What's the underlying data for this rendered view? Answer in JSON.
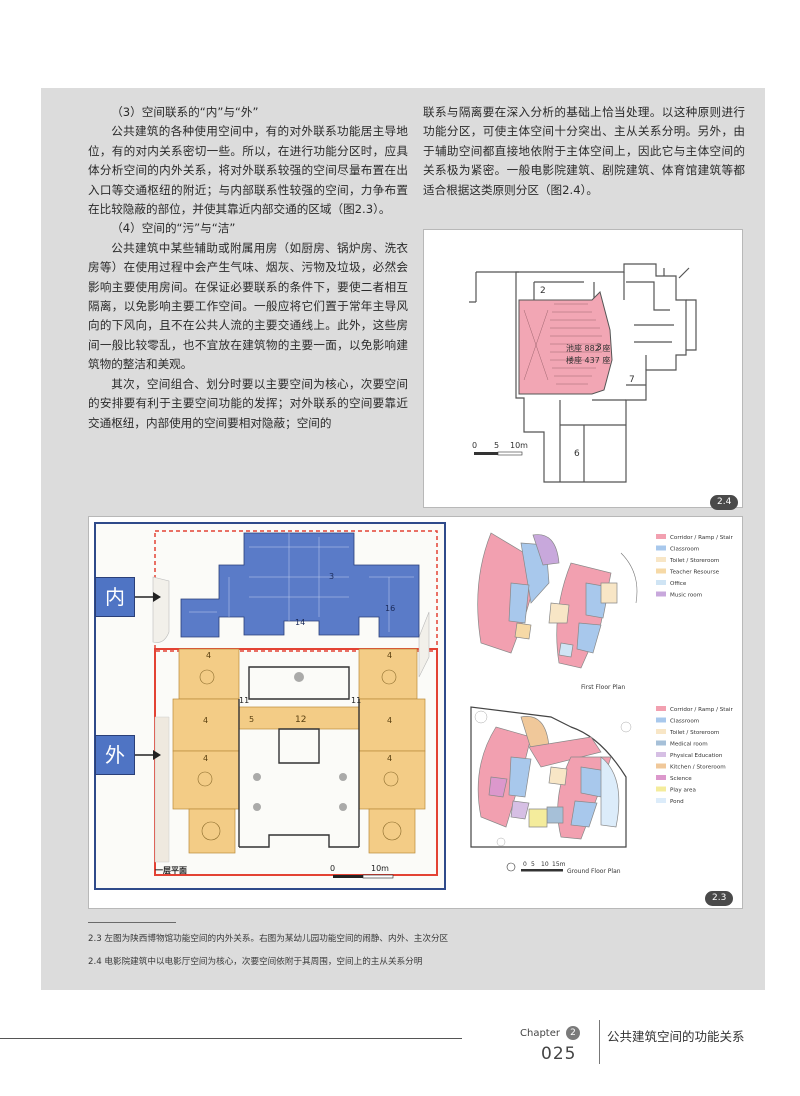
{
  "left_column": {
    "p1": "（3）空间联系的“内”与“外”",
    "p2": "公共建筑的各种使用空间中，有的对外联系功能居主导地位，有的对内关系密切一些。所以，在进行功能分区时，应具体分析空间的内外关系，将对外联系较强的空间尽量布置在出入口等交通枢纽的附近；与内部联系性较强的空间，力争布置在比较隐蔽的部位，并使其靠近内部交通的区域（图2.3）。",
    "p3": "（4）空间的“污”与“洁”",
    "p4": "公共建筑中某些辅助或附属用房（如厨房、锅炉房、洗衣房等）在使用过程中会产生气味、烟灰、污物及垃圾，必然会影响主要使用房间。在保证必要联系的条件下，要使二者相互隔离，以免影响主要工作空间。一般应将它们置于常年主导风向的下风向，且不在公共人流的主要交通线上。此外，这些房间一般比较零乱，也不宜放在建筑物的主要一面，以免影响建筑物的整洁和美观。",
    "p5": "其次，空间组合、划分时要以主要空间为核心，次要空间的安排要有利于主要空间功能的发挥；对外联系的空间要靠近交通枢纽，内部使用的空间要相对隐蔽；空间的"
  },
  "right_column": {
    "p1": "联系与隔离要在深入分析的基础上恰当处理。以这种原则进行功能分区，可使主体空间十分突出、主从关系分明。另外，由于辅助空间都直接地依附于主体空间上，因此它与主体空间的关系极为紧密。一般电影院建筑、剧院建筑、体育馆建筑等都适合根据这类原则分区（图2.4）。"
  },
  "figure_2_4": {
    "badge": "2.4",
    "seat_text_1": "池座 882 座",
    "seat_text_2": "楼座 437 座",
    "room_labels": [
      "2",
      "3",
      "6",
      "7"
    ],
    "scale_labels": [
      "0",
      "5",
      "10m"
    ],
    "colors": {
      "hall": "#f2a6b4",
      "line": "#555555"
    }
  },
  "figure_2_3": {
    "badge": "2.3",
    "inner_label": "内",
    "outer_label": "外",
    "plan_caption": "一层平面",
    "plan_scale": [
      "0",
      "10m"
    ],
    "plan_room_numbers": [
      "4",
      "4",
      "4",
      "4",
      "4",
      "4",
      "11",
      "11",
      "12",
      "5",
      "3",
      "14",
      "16"
    ],
    "first_floor": {
      "legend": [
        "Corridor / Ramp / Stair",
        "Classroom",
        "Toilet / Storeroom",
        "Teacher Resourse",
        "Office",
        "Music room"
      ],
      "legend_colors": [
        "#f2a0b0",
        "#a8c8ec",
        "#f8e6c6",
        "#f6d9a6",
        "#cfe4f4",
        "#c8a8dc"
      ],
      "title": "First Floor Plan"
    },
    "ground_floor": {
      "legend": [
        "Corridor / Ramp / Stair",
        "Classroom",
        "Toilet / Storeroom",
        "Medical room",
        "Physical Education",
        "Kitchen / Storeroom",
        "Science",
        "Play area",
        "Pond"
      ],
      "legend_colors": [
        "#f2a0b0",
        "#a8c8ec",
        "#f8e6c6",
        "#a6c0d8",
        "#d6bfe4",
        "#f0c89a",
        "#dc98cc",
        "#f4ec9c",
        "#dcecfa"
      ],
      "title": "Ground Floor Plan",
      "scale": [
        "0",
        "5",
        "10",
        "15m"
      ]
    },
    "colors": {
      "inner": "#4f74c4",
      "outer": "#f3cc86",
      "red_frame": "#e34234",
      "label_box": "#4f74c4"
    }
  },
  "captions": {
    "c1": "2.3 左图为陕西博物馆功能空间的内外关系。右图为某幼儿园功能空间的闹静、内外、主次分区",
    "c2": "2.4 电影院建筑中以电影厅空间为核心，次要空间依附于其周围，空间上的主从关系分明"
  },
  "footer": {
    "chapter_label": "Chapter",
    "chapter_number": "2",
    "page_number": "025",
    "running_title": "公共建筑空间的功能关系"
  }
}
